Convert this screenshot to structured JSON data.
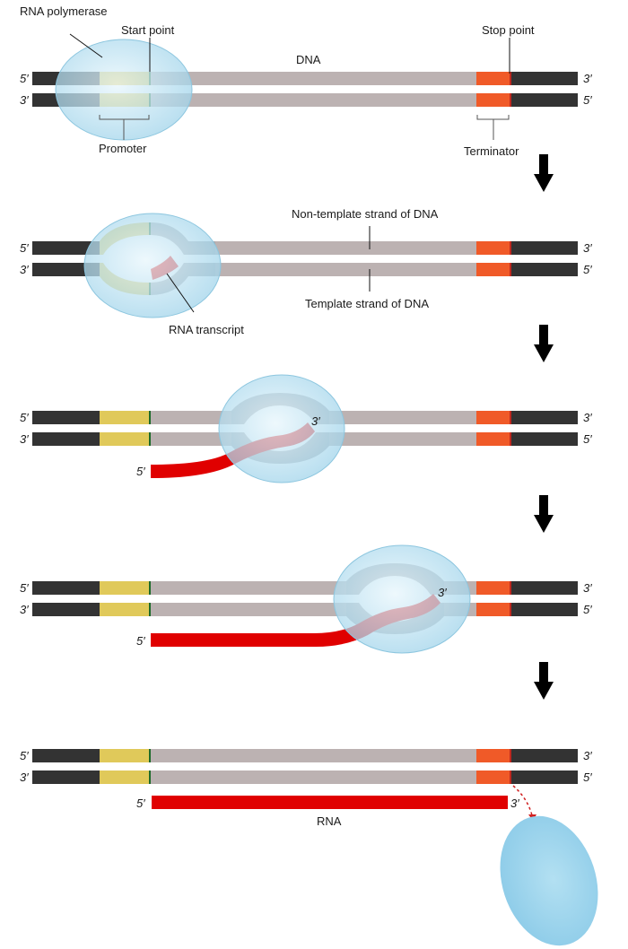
{
  "title": "Transcription of DNA into RNA",
  "colors": {
    "flank": "#333333",
    "promoter": "#e0c95a",
    "start_mark": "#1e6b2a",
    "body": "#bcb2b2",
    "terminator": "#f05a28",
    "stop_mark": "#c0281e",
    "rna": "#e00000",
    "polymerase": "#aedcf0",
    "bubble": "#a9a9ad"
  },
  "strand_ends": {
    "top_left": "5′",
    "top_right": "3′",
    "bottom_left": "3′",
    "bottom_right": "5′"
  },
  "stages": [
    {
      "name": "initiation-binding",
      "labels": {
        "polymerase": "RNA polymerase",
        "start": "Start point",
        "dna": "DNA",
        "stop": "Stop point",
        "promoter": "Promoter",
        "terminator": "Terminator"
      }
    },
    {
      "name": "initiation-unwinding",
      "labels": {
        "non_template": "Non-template strand of DNA",
        "template": "Template strand of DNA",
        "rna_transcript": "RNA transcript"
      }
    },
    {
      "name": "elongation-early",
      "labels": {
        "rna_5": "5′",
        "rna_3": "3′"
      }
    },
    {
      "name": "elongation-late",
      "labels": {
        "rna_5": "5′",
        "rna_3": "3′"
      }
    },
    {
      "name": "termination",
      "labels": {
        "rna_5": "5′",
        "rna_3": "3′",
        "rna": "RNA"
      }
    }
  ],
  "arrows": [
    "step-1-to-2",
    "step-2-to-3",
    "step-3-to-4",
    "step-4-to-5"
  ]
}
